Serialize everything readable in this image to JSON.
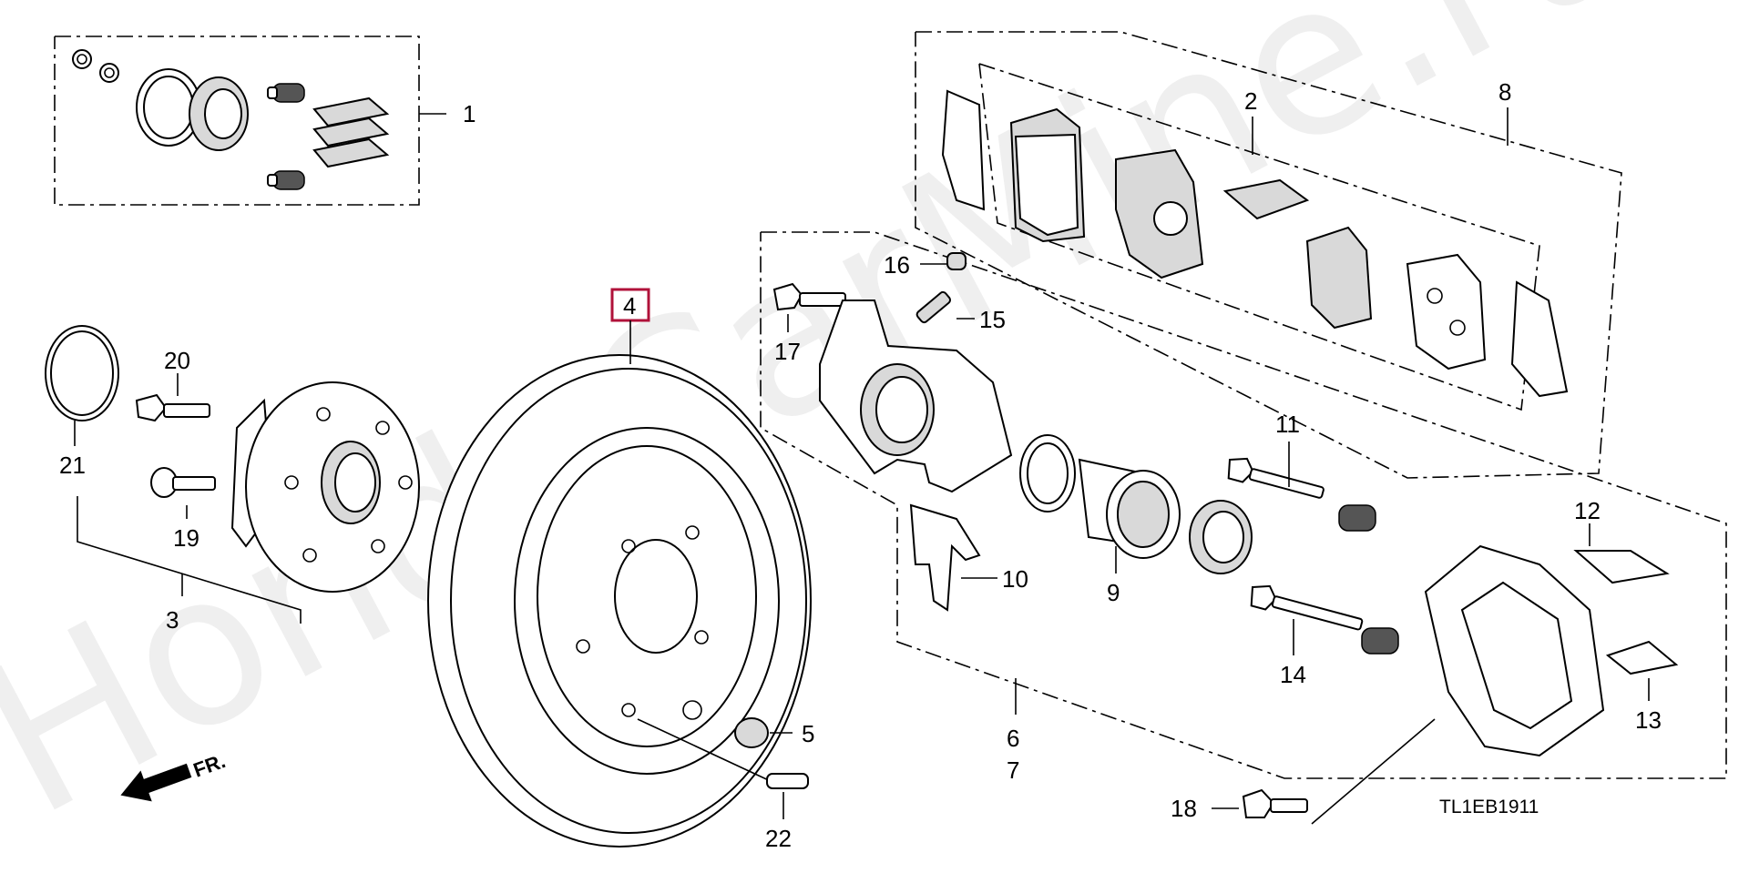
{
  "diagram_code": "TL1EB1911",
  "watermark": "HondaCarMine.ru",
  "direction_label": "FR.",
  "highlighted_part": "4",
  "labels": {
    "p1": "1",
    "p2": "2",
    "p3": "3",
    "p4": "4",
    "p5": "5",
    "p6": "6",
    "p7": "7",
    "p8": "8",
    "p9": "9",
    "p10": "10",
    "p11": "11",
    "p12": "12",
    "p13": "13",
    "p14": "14",
    "p15": "15",
    "p16": "16",
    "p17": "17",
    "p18": "18",
    "p19": "19",
    "p20": "20",
    "p21": "21",
    "p22": "22"
  }
}
